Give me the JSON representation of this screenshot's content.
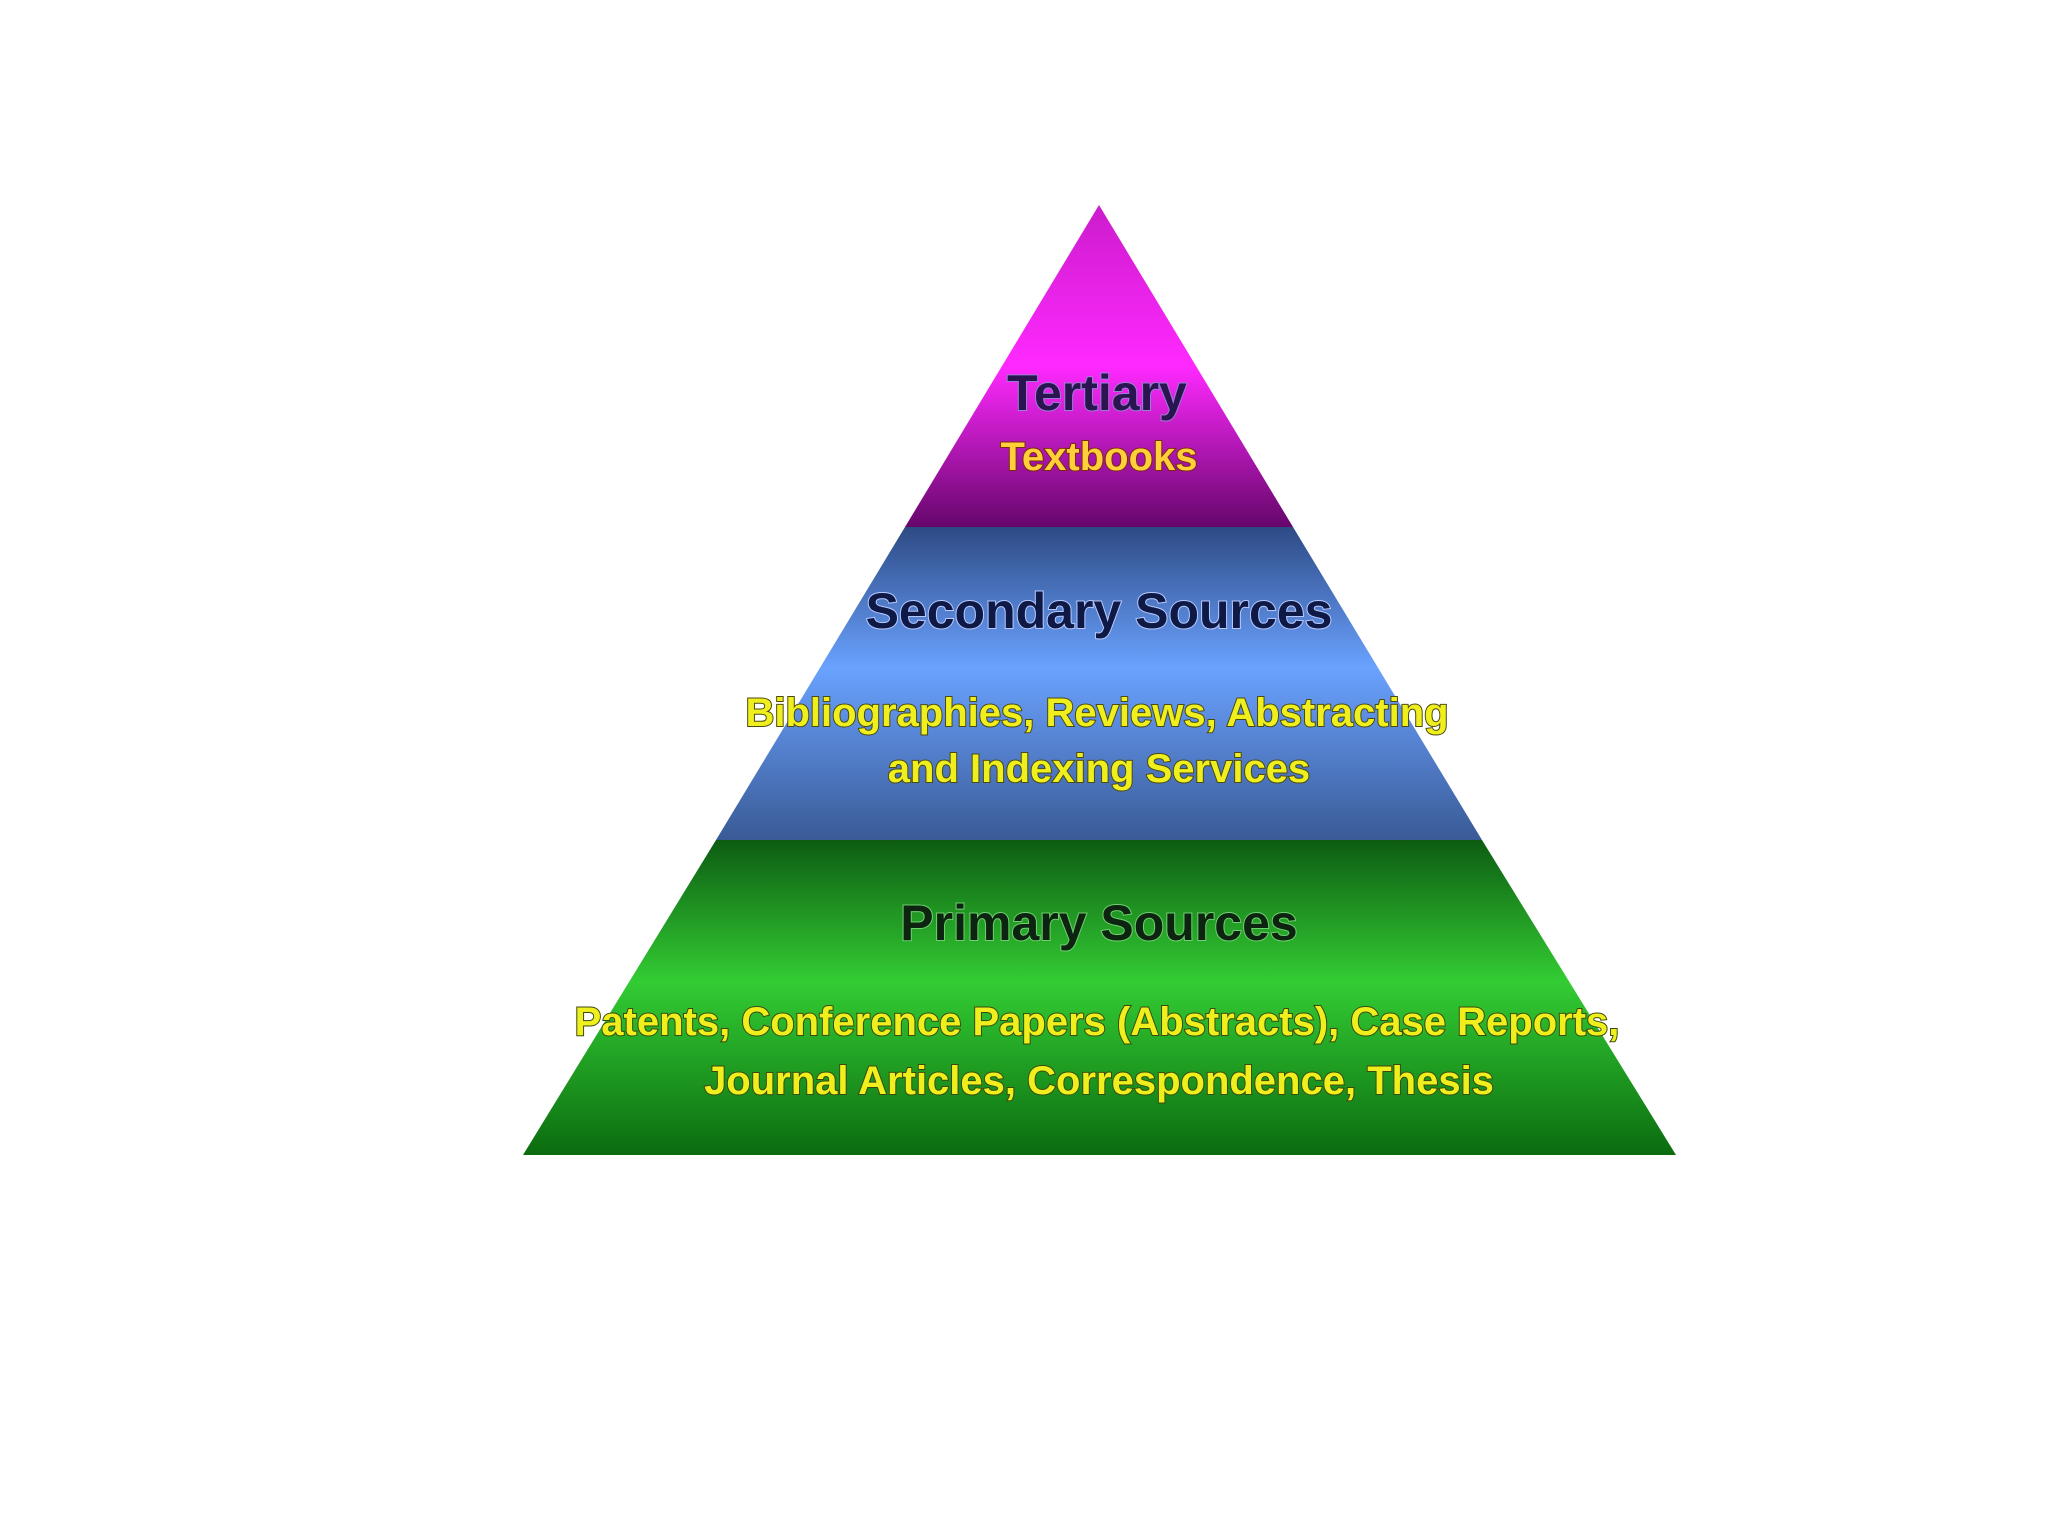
{
  "pyramid": {
    "tiers": [
      {
        "id": "tertiary",
        "title": "Tertiary",
        "examples": [
          "Textbooks"
        ],
        "gradient": [
          "#cc1ccc",
          "#ff29ff",
          "#66066b"
        ],
        "title_color": "#2a1550",
        "examples_color": "#ffcf3a"
      },
      {
        "id": "secondary",
        "title": "Secondary Sources",
        "examples": [
          "Bibliographies, Reviews, Abstracting",
          "and Indexing Services"
        ],
        "gradient": [
          "#2d4a84",
          "#6aa2ff",
          "#3a5a96"
        ],
        "title_color": "#0e1a45",
        "examples_color": "#f0ef1e"
      },
      {
        "id": "primary",
        "title": "Primary Sources",
        "examples": [
          "Patents, Conference Papers (Abstracts), Case Reports,",
          "Journal Articles, Correspondence, Thesis"
        ],
        "gradient": [
          "#0d5c12",
          "#33cc33",
          "#0b6c10"
        ],
        "title_color": "#0d2410",
        "examples_color": "#f0ef1e"
      }
    ]
  }
}
